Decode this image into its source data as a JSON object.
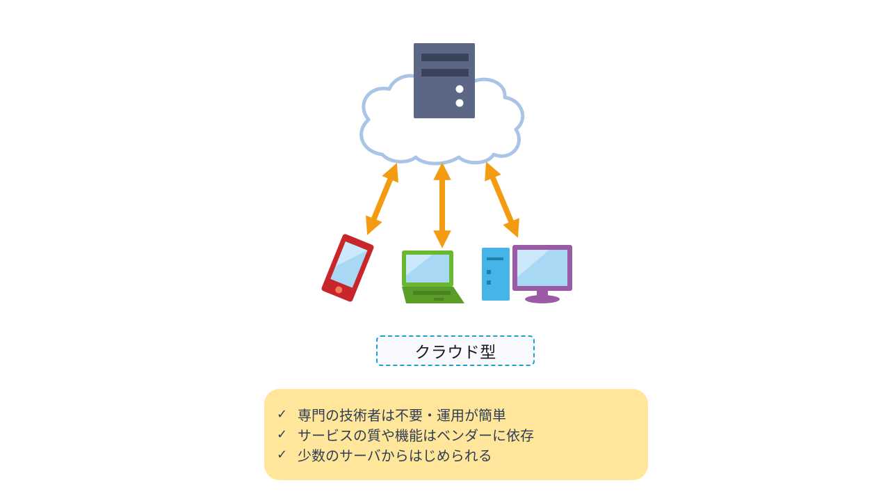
{
  "diagram": {
    "label": "クラウド型",
    "features": [
      "専門の技術者は不要・運用が簡単",
      "サービスの質や機能はベンダーに依存",
      "少数のサーバからはじめられる"
    ],
    "icons": {
      "check": "✓",
      "cloud": "cloud-icon",
      "server": "server-icon",
      "smartphone": "smartphone-icon",
      "laptop": "laptop-icon",
      "desktop": "desktop-pc-icon"
    },
    "colors": {
      "arrow": "#f39c12",
      "cloud_outline": "#a9c4e6",
      "server": "#5b6784",
      "phone": "#c8262b",
      "laptop": "#6ab731",
      "desktop_tower": "#45b4e8",
      "monitor": "#9b5aa6",
      "label_border": "#1ba1d8",
      "feature_bg": "#ffe69b"
    }
  }
}
